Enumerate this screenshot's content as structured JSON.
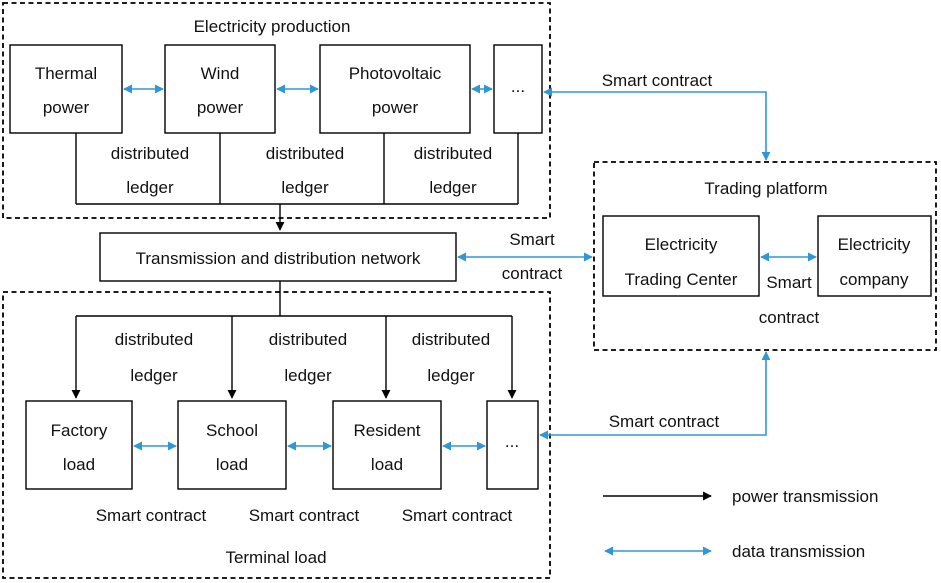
{
  "groups": {
    "production": "Electricity production",
    "trading_platform": "Trading platform",
    "terminal_load": "Terminal load"
  },
  "nodes": {
    "thermal": [
      "Thermal",
      "power"
    ],
    "wind": [
      "Wind",
      "power"
    ],
    "photovoltaic": [
      "Photovoltaic",
      "power"
    ],
    "production_more": "...",
    "network": "Transmission and distribution network",
    "trading_center": [
      "Electricity",
      "Trading Center"
    ],
    "company": [
      "Electricity",
      "company"
    ],
    "factory": [
      "Factory",
      "load"
    ],
    "school": [
      "School",
      "load"
    ],
    "resident": [
      "Resident",
      "load"
    ],
    "load_more": "..."
  },
  "labels": {
    "distributed_ledger": [
      "distributed",
      "ledger"
    ],
    "smart_contract": "Smart contract",
    "smart_contract_split": [
      "Smart",
      "contract"
    ]
  },
  "legend": {
    "power": "power transmission",
    "data": "data transmission"
  },
  "colors": {
    "power_arrow": "#000000",
    "data_arrow": "#2f97d6"
  }
}
